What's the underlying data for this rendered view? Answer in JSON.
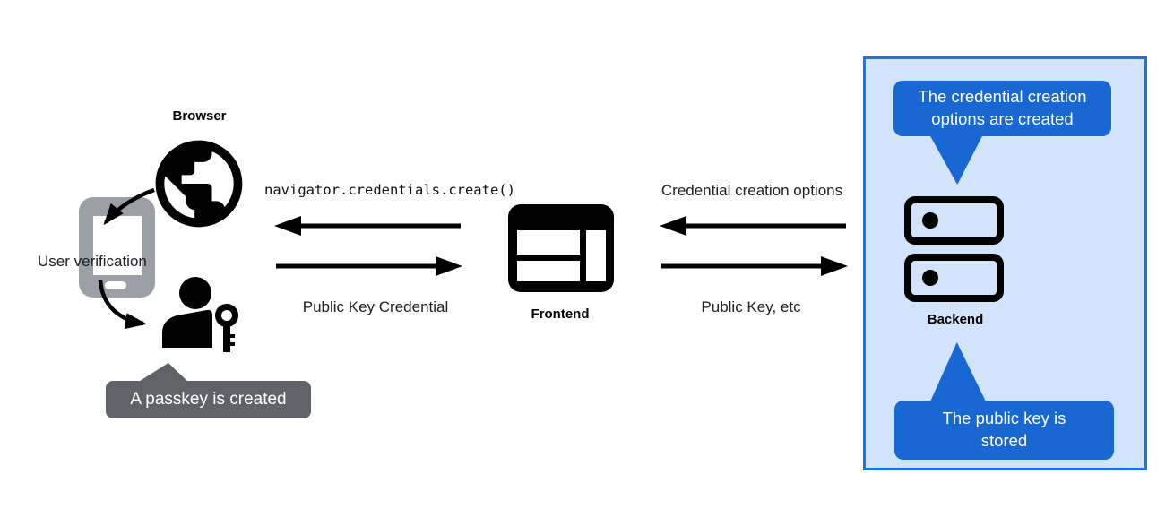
{
  "left": {
    "browser_label": "Browser",
    "user_verification_label": "User verification",
    "passkey_tooltip": "A passkey is created"
  },
  "middle": {
    "code_label": "navigator.credentials.create()",
    "return_label": "Public Key Credential",
    "frontend_label": "Frontend"
  },
  "right": {
    "request_label": "Credential creation options",
    "response_label": "Public Key, etc"
  },
  "backend_panel": {
    "backend_label": "Backend",
    "top_callout": "The credential creation options are created",
    "bottom_callout": "The public key is stored"
  },
  "icons": {
    "browser": "globe-icon",
    "device": "smartphone-icon",
    "user": "person-with-key-icon",
    "frontend": "browser-window-icon",
    "backend": "server-stack-icon"
  },
  "colors": {
    "panel_bg": "#d2e3fc",
    "panel_border": "#1a73e8",
    "callout_bg": "#1967d2",
    "tooltip_bg": "#5f6368",
    "phone_gray": "#9aa0a6",
    "icon_black": "#000000"
  }
}
